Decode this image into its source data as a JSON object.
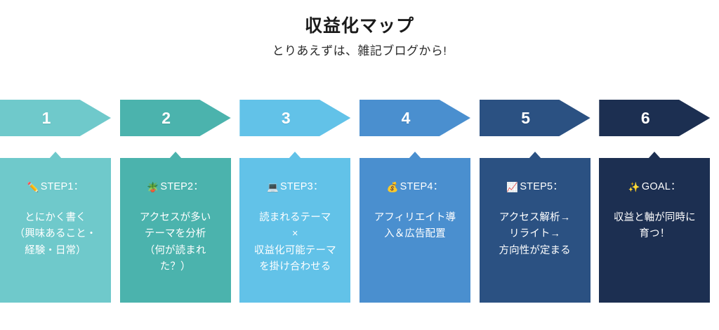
{
  "header": {
    "title": "収益化マップ",
    "subtitle": "とりあえずは、雑記ブログから!"
  },
  "steps": [
    {
      "number": "1",
      "emoji": "✏️",
      "emoji_name": "pencil-icon",
      "label": "STEP1：",
      "body": "とにかく書く\n（興味あること・\n経験・日常）",
      "color": "#6FC9CB"
    },
    {
      "number": "2",
      "emoji": "🪴",
      "emoji_name": "potted-plant-icon",
      "label": "STEP2：",
      "body": "アクセスが多い\nテーマを分析\n（何が読まれ\nた？）",
      "color": "#4BB3AD"
    },
    {
      "number": "3",
      "emoji": "💻",
      "emoji_name": "laptop-icon",
      "label": "STEP3：",
      "body": "読まれるテーマ\n×\n収益化可能テーマ\nを掛け合わせる",
      "color": "#62C2E8"
    },
    {
      "number": "4",
      "emoji": "💰",
      "emoji_name": "money-bag-icon",
      "label": "STEP4：",
      "body": "アフィリエイト導\n入＆広告配置",
      "color": "#4A8FCF"
    },
    {
      "number": "5",
      "emoji": "📈",
      "emoji_name": "chart-increasing-icon",
      "label": "STEP5：",
      "body": "アクセス解析→\nリライト→\n方向性が定まる",
      "color": "#2B5182"
    },
    {
      "number": "6",
      "emoji": "✨",
      "emoji_name": "sparkles-icon",
      "label": "GOAL：",
      "body": "収益と軸が同時に\n育つ！",
      "color": "#1C2F51"
    }
  ]
}
